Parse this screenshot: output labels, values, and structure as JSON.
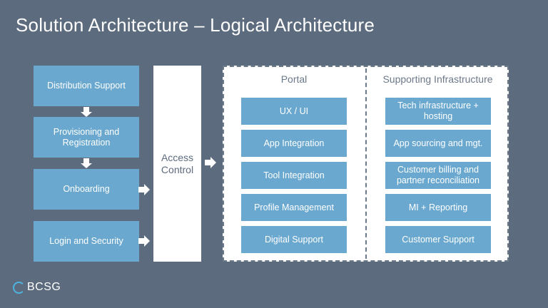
{
  "title": "Solution Architecture – Logical Architecture",
  "left_column": [
    "Distribution Support",
    "Provisioning and Registration",
    "Onboarding",
    "Login and Security"
  ],
  "access_control": "Access Control",
  "portal": {
    "heading": "Portal",
    "items": [
      "UX / UI",
      "App Integration",
      "Tool Integration",
      "Profile Management",
      "Digital Support"
    ]
  },
  "infrastructure": {
    "heading": "Supporting Infrastructure",
    "items": [
      "Tech infrastructure + hosting",
      "App sourcing and mgt.",
      "Customer billing and partner reconciliation",
      "MI + Reporting",
      "Customer Support"
    ]
  },
  "logo": {
    "text": "BCSG"
  },
  "colors": {
    "background": "#5c6b7d",
    "box": "#6aa8cf",
    "panel": "#ffffff",
    "dash": "#6b7989",
    "logo_ring": "#4fb3e0"
  }
}
